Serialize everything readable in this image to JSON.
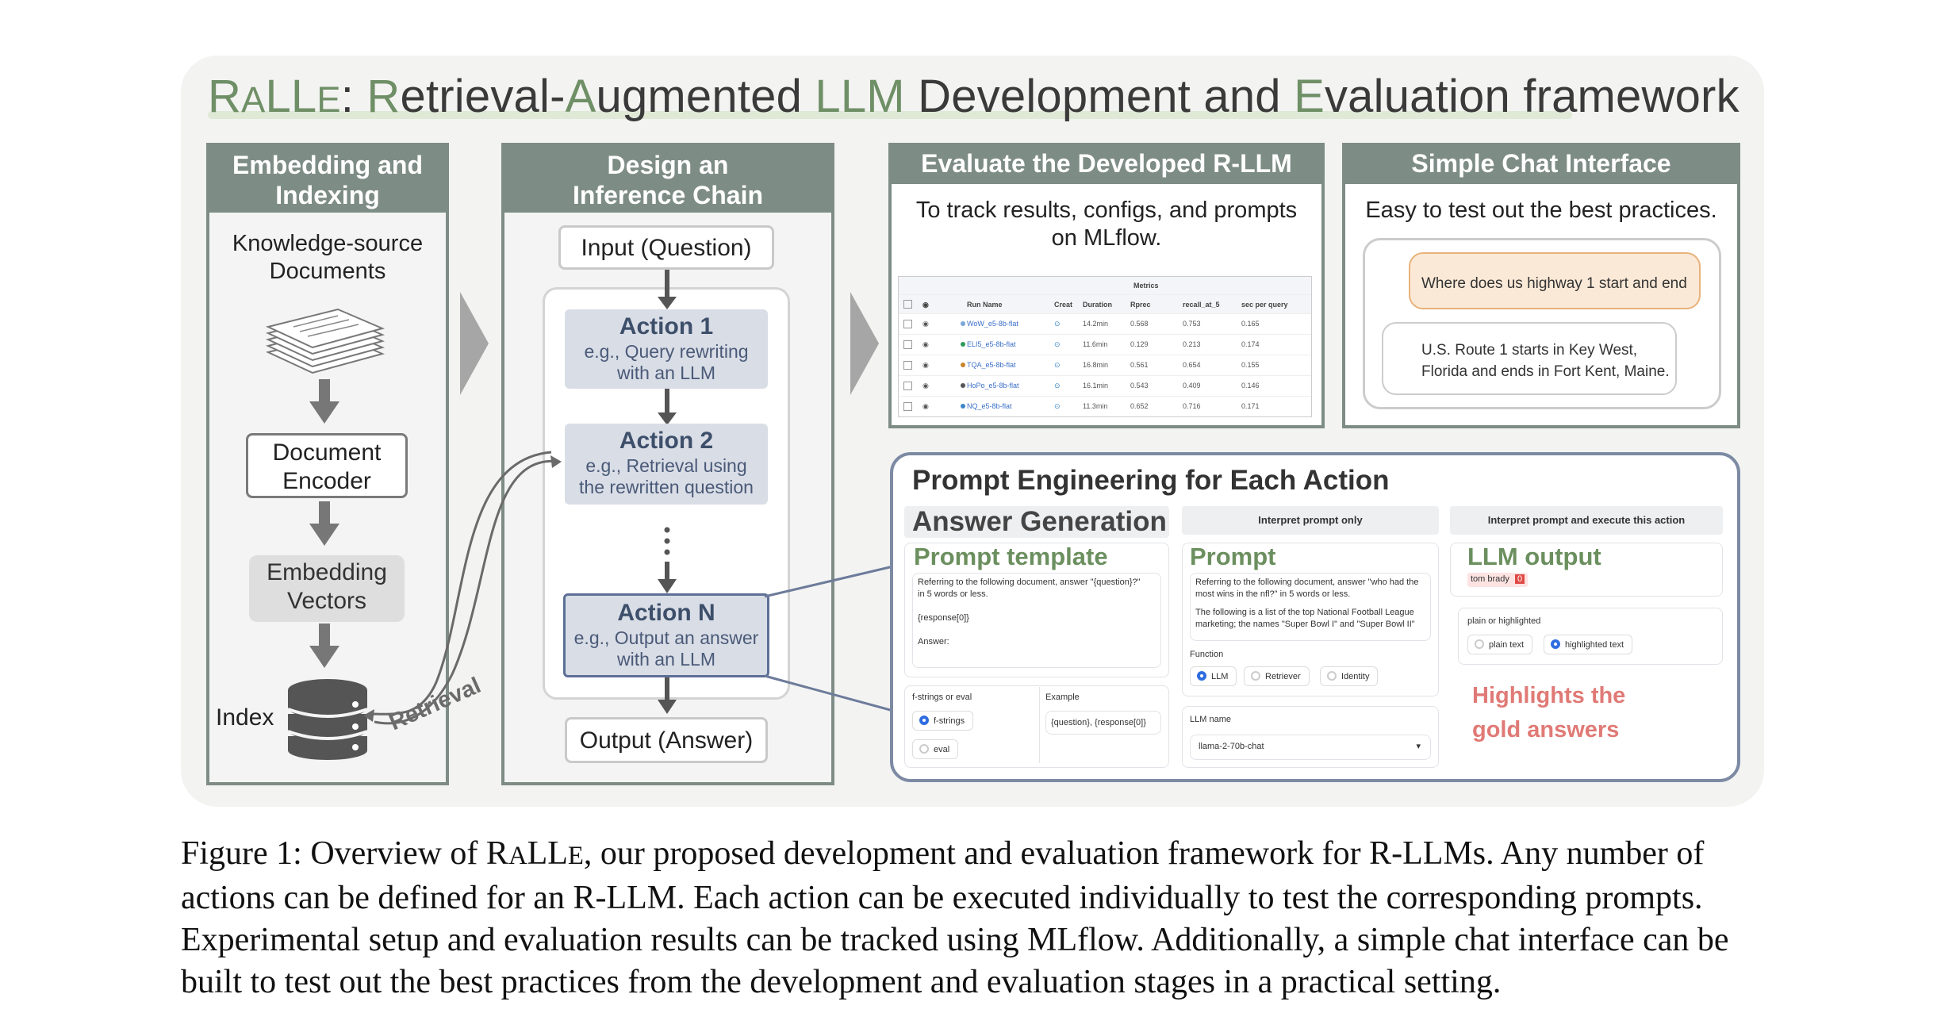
{
  "title": {
    "r": "R",
    "a": "A",
    "ll": "LL",
    "e": "E",
    "rest": ": ",
    "w_retrieval_first": "R",
    "w_retrieval_rest": "etrieval-",
    "w_augmented_first": "A",
    "w_augmented_rest": "ugmented ",
    "w_llm": "LLM",
    "w_dev": " Development and ",
    "w_eval_first": "E",
    "w_eval_rest": "valuation framework"
  },
  "panels": {
    "embed": {
      "head_l1": "Embedding and",
      "head_l2": "Indexing",
      "docs_l1": "Knowledge-source",
      "docs_l2": "Documents",
      "encoder_l1": "Document",
      "encoder_l2": "Encoder",
      "vectors_l1": "Embedding",
      "vectors_l2": "Vectors",
      "index": "Index"
    },
    "design": {
      "head_l1": "Design an",
      "head_l2": "Inference Chain",
      "input": "Input (Question)",
      "action1_t": "Action 1",
      "action1_s1": "e.g., Query rewriting",
      "action1_s2": "with an LLM",
      "action2_t": "Action 2",
      "action2_s1": "e.g., Retrieval using",
      "action2_s2": "the rewritten question",
      "actionN_t": "Action N",
      "actionN_s1": "e.g., Output an answer",
      "actionN_s2": "with an LLM",
      "output": "Output (Answer)",
      "retrieval_label": "Retrieval"
    },
    "eval": {
      "head": "Evaluate the Developed R-LLM",
      "desc_l1": "To track results, configs, and prompts",
      "desc_l2": "on MLflow."
    },
    "chat": {
      "head": "Simple Chat Interface",
      "desc": "Easy to test out the best practices.",
      "user_msg": "Where does us highway 1 start and end",
      "bot_l1": "U.S. Route 1 starts in Key West,",
      "bot_l2": "Florida and ends in Fort Kent, Maine."
    }
  },
  "mlflow": {
    "group": "Metrics",
    "headers": [
      "Run Name",
      "Creat",
      "Duration",
      "Rprec",
      "recall_at_5",
      "sec per query"
    ],
    "rows": [
      {
        "name": "WoW_e5-8b-flat",
        "dot": "#7aa6d8",
        "duration": "14.2min",
        "rprec": "0.568",
        "recall": "0.753",
        "spq": "0.165"
      },
      {
        "name": "ELI5_e5-8b-flat",
        "dot": "#2e9a5c",
        "duration": "11.6min",
        "rprec": "0.129",
        "recall": "0.213",
        "spq": "0.174"
      },
      {
        "name": "TQA_e5-8b-flat",
        "dot": "#c8842d",
        "duration": "16.8min",
        "rprec": "0.561",
        "recall": "0.654",
        "spq": "0.155"
      },
      {
        "name": "HoPo_e5-8b-flat",
        "dot": "#555555",
        "duration": "16.1min",
        "rprec": "0.543",
        "recall": "0.409",
        "spq": "0.146"
      },
      {
        "name": "NQ_e5-8b-flat",
        "dot": "#3a86c8",
        "duration": "11.3min",
        "rprec": "0.652",
        "recall": "0.716",
        "spq": "0.171"
      }
    ]
  },
  "prompt_eng": {
    "title": "Prompt Engineering for Each Action",
    "answer_gen": "Answer Generation",
    "btn_interpret": "Interpret prompt only",
    "btn_execute": "Interpret prompt and execute this action",
    "template_h": "Prompt template",
    "template_l1": "Referring to the following document, answer \"{question}?\"",
    "template_l2": "in 5 words or less.",
    "template_l3": "{response[0]}",
    "template_l4": "Answer:",
    "fstrings_label": "f-strings or eval",
    "opt_fstrings": "f-strings",
    "opt_eval": "eval",
    "example_label": "Example",
    "example_value": "{question}, {response[0]}",
    "prompt_h": "Prompt",
    "prompt_l1": "Referring to the following document, answer \"who had the",
    "prompt_l2": "most wins in the nfl?\" in 5 words or less.",
    "prompt_l3": "The following is a list of the top National Football League",
    "prompt_l4": "marketing; the names \"Super Bowl I\" and \"Super Bowl II\"",
    "function_label": "Function",
    "func_llm": "LLM",
    "func_retriever": "Retriever",
    "func_identity": "Identity",
    "llm_name_label": "LLM name",
    "llm_name_value": "llama-2-70b-chat",
    "output_h": "LLM output",
    "output_tag": "tom brady",
    "output_tag_x": "0",
    "plain_or_hl": "plain or highlighted",
    "opt_plain": "plain text",
    "opt_highlighted": "highlighted text",
    "note_l1": "Highlights the",
    "note_l2": "gold answers"
  },
  "caption": {
    "l1a": "Figure 1: Overview of R",
    "l1b": "A",
    "l1c": "LL",
    "l1d": "E",
    "l1e": ", our proposed development and evaluation framework for R-LLMs. Any number of",
    "l2": "actions can be defined for an R-LLM. Each action can be executed individually to test the corresponding prompts.",
    "l3": "Experimental setup and evaluation results can be tracked using MLflow. Additionally, a simple chat interface can be",
    "l4": "built to test out the best practices from the development and evaluation stages in a practical setting."
  },
  "colors": {
    "panel_head": "#7e8c86",
    "green": "#6b8f5e",
    "action": "#d9dde6",
    "highlight_note": "#e07a76"
  }
}
